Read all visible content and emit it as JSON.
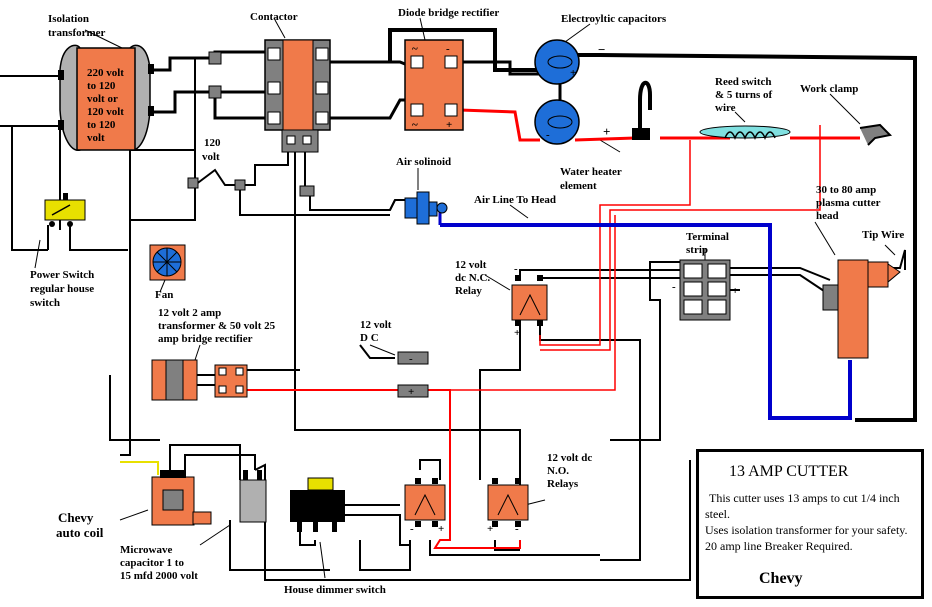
{
  "labels": {
    "isolation_transformer": [
      "Isolation",
      "transformer"
    ],
    "transformer_voltage": [
      "220 volt",
      "to 120",
      "volt or",
      "120 volt",
      "to 120",
      "volt"
    ],
    "contactor": "Contactor",
    "diode_bridge": "Diode bridge rectifier",
    "electrolytic_caps": "Electroyltic capacitors",
    "reed_switch": [
      "Reed switch",
      "& 5 turns of",
      "wire"
    ],
    "work_clamp": "Work clamp",
    "volt_120": [
      "120",
      "volt"
    ],
    "water_heater": [
      "Water heater",
      "element"
    ],
    "air_solenoid": "Air solinoid",
    "air_line": "Air Line To Head",
    "plasma_head": [
      "30 to 80 amp",
      "plasma cutter",
      "head"
    ],
    "tip_wire": "Tip Wire",
    "terminal_strip": [
      "Terminal",
      "strip"
    ],
    "power_switch": [
      "Power Switch",
      "regular house",
      "switch"
    ],
    "fan": "Fan",
    "nc_relay": [
      "12 volt",
      "dc N.C.",
      "Relay"
    ],
    "transformer_12v": [
      "12 volt 2 amp",
      "transformer & 50 volt 25",
      "amp bridge rectifier"
    ],
    "dc_12v": [
      "12 volt",
      "D C"
    ],
    "no_relays": [
      "12 volt dc",
      "N.O.",
      "Relays"
    ],
    "chevy_coil": [
      "Chevy",
      "auto coil"
    ],
    "microwave_cap": [
      "Microwave",
      "capacitor 1 to",
      "15 mfd 2000 volt"
    ],
    "dimmer": "House dimmer switch"
  },
  "symbols": {
    "minus": "−",
    "plus": "+",
    "plus_small": "+",
    "minus_small": "-",
    "ac": "~"
  },
  "infobox": {
    "title": "13 AMP CUTTER",
    "line1": "This cutter uses 13 amps to cut 1/4 inch steel.",
    "line2": "Uses isolation transformer for your safety.",
    "line3": "20 amp line Breaker Required.",
    "signature": "Chevy"
  },
  "colors": {
    "component_fill": "#f07a4a",
    "wire_red": "#ff0000",
    "air_line_blue": "#0000cc",
    "capacitor_blue": "#1e6ed8",
    "switch_yellow": "#e8e000",
    "terminal_grey": "#808080",
    "transformer_grey": "#b0b0b0"
  }
}
